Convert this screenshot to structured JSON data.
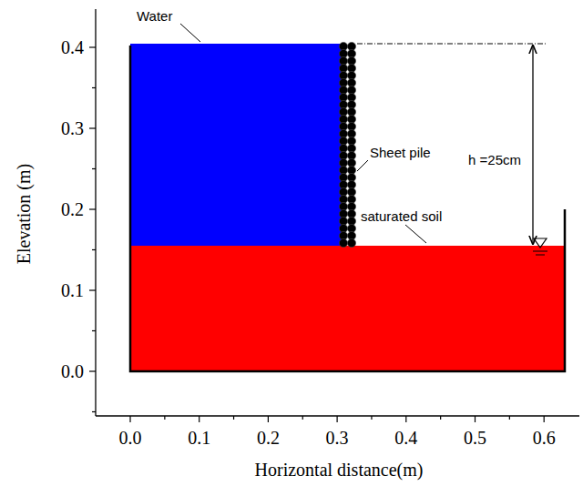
{
  "diagram": {
    "labels": [
      "Water",
      "Sheet pile",
      "h =25cm",
      "saturated soil",
      "0.4",
      "0.3",
      "0.2",
      "0.1",
      "0.0",
      "0.0",
      "0.1",
      "0.2",
      "0.3",
      "0.4",
      "0.5",
      "0.6",
      "Elevation (m)",
      "Horizontal distance(m)"
    ]
  }
}
